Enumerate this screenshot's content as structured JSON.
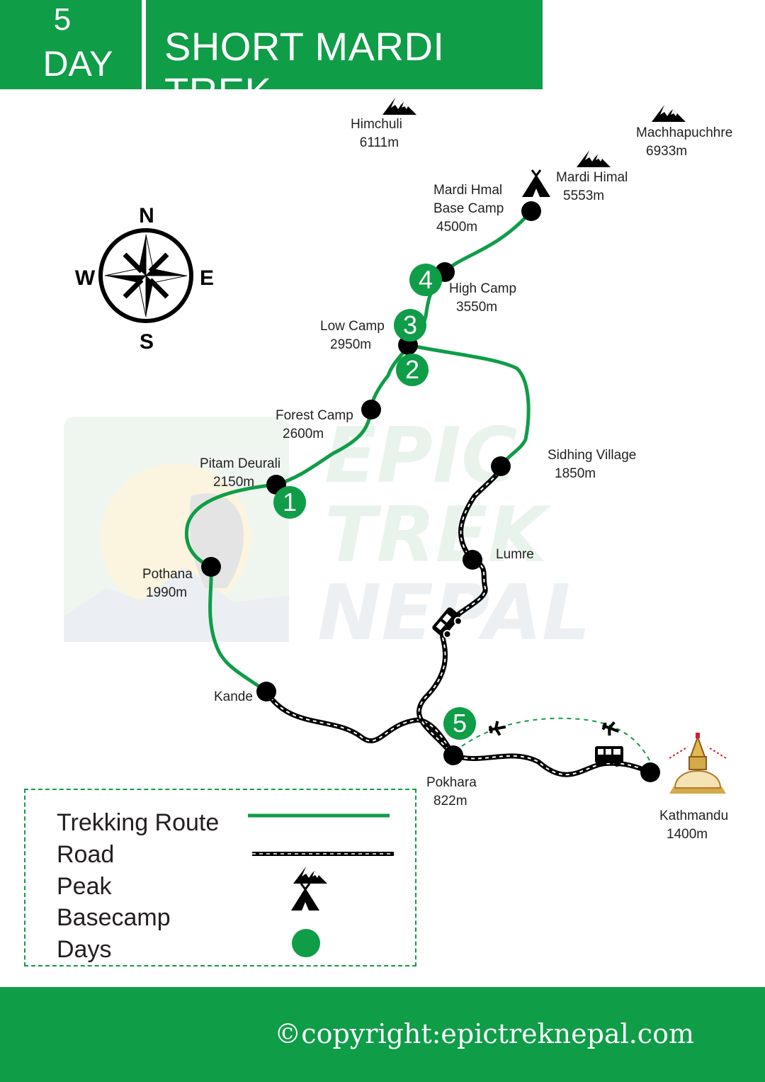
{
  "header": {
    "day_number": "5",
    "day_word": "DAY",
    "title": "SHORT MARDI TREK"
  },
  "compass": {
    "n": "N",
    "s": "S",
    "e": "E",
    "w": "W"
  },
  "watermark": {
    "line1": "EPIC",
    "line2": "TREK",
    "line3": "NEPAL"
  },
  "places": {
    "himchuli": {
      "name": "Himchuli",
      "alt": "6111m"
    },
    "machhapuchhre": {
      "name": "Machhapuchhre",
      "alt": "6933m"
    },
    "mardi_himal": {
      "name": "Mardi Himal",
      "alt": "5553m"
    },
    "mardi_base": {
      "name1": "Mardi Hmal",
      "name2": "Base Camp",
      "alt": "4500m"
    },
    "high_camp": {
      "name": "High Camp",
      "alt": "3550m"
    },
    "low_camp": {
      "name": "Low Camp",
      "alt": "2950m"
    },
    "forest_camp": {
      "name": "Forest Camp",
      "alt": "2600m"
    },
    "pitam_deurali": {
      "name": "Pitam Deurali",
      "alt": "2150m"
    },
    "sidhing": {
      "name": "Sidhing Village",
      "alt": "1850m"
    },
    "pothana": {
      "name": "Pothana",
      "alt": "1990m"
    },
    "lumre": {
      "name": "Lumre"
    },
    "kande": {
      "name": "Kande"
    },
    "pokhara": {
      "name": "Pokhara",
      "alt": "822m"
    },
    "kathmandu": {
      "name": "Kathmandu",
      "alt": "1400m"
    }
  },
  "days": [
    "1",
    "2",
    "3",
    "4",
    "5"
  ],
  "legend": {
    "trekking_route": "Trekking Route",
    "road": "Road",
    "peak": "Peak",
    "basecamp": "Basecamp",
    "days": "Days"
  },
  "footer": {
    "copyright": "©copyright:epictreknepal.com"
  },
  "colors": {
    "brand_green": "#0f9d48",
    "ink": "#000000"
  },
  "icons": [
    "mountain-peak-icon",
    "tent-icon",
    "compass-rose-icon",
    "jeep-icon",
    "bus-icon",
    "airplane-icon",
    "stupa-icon"
  ]
}
